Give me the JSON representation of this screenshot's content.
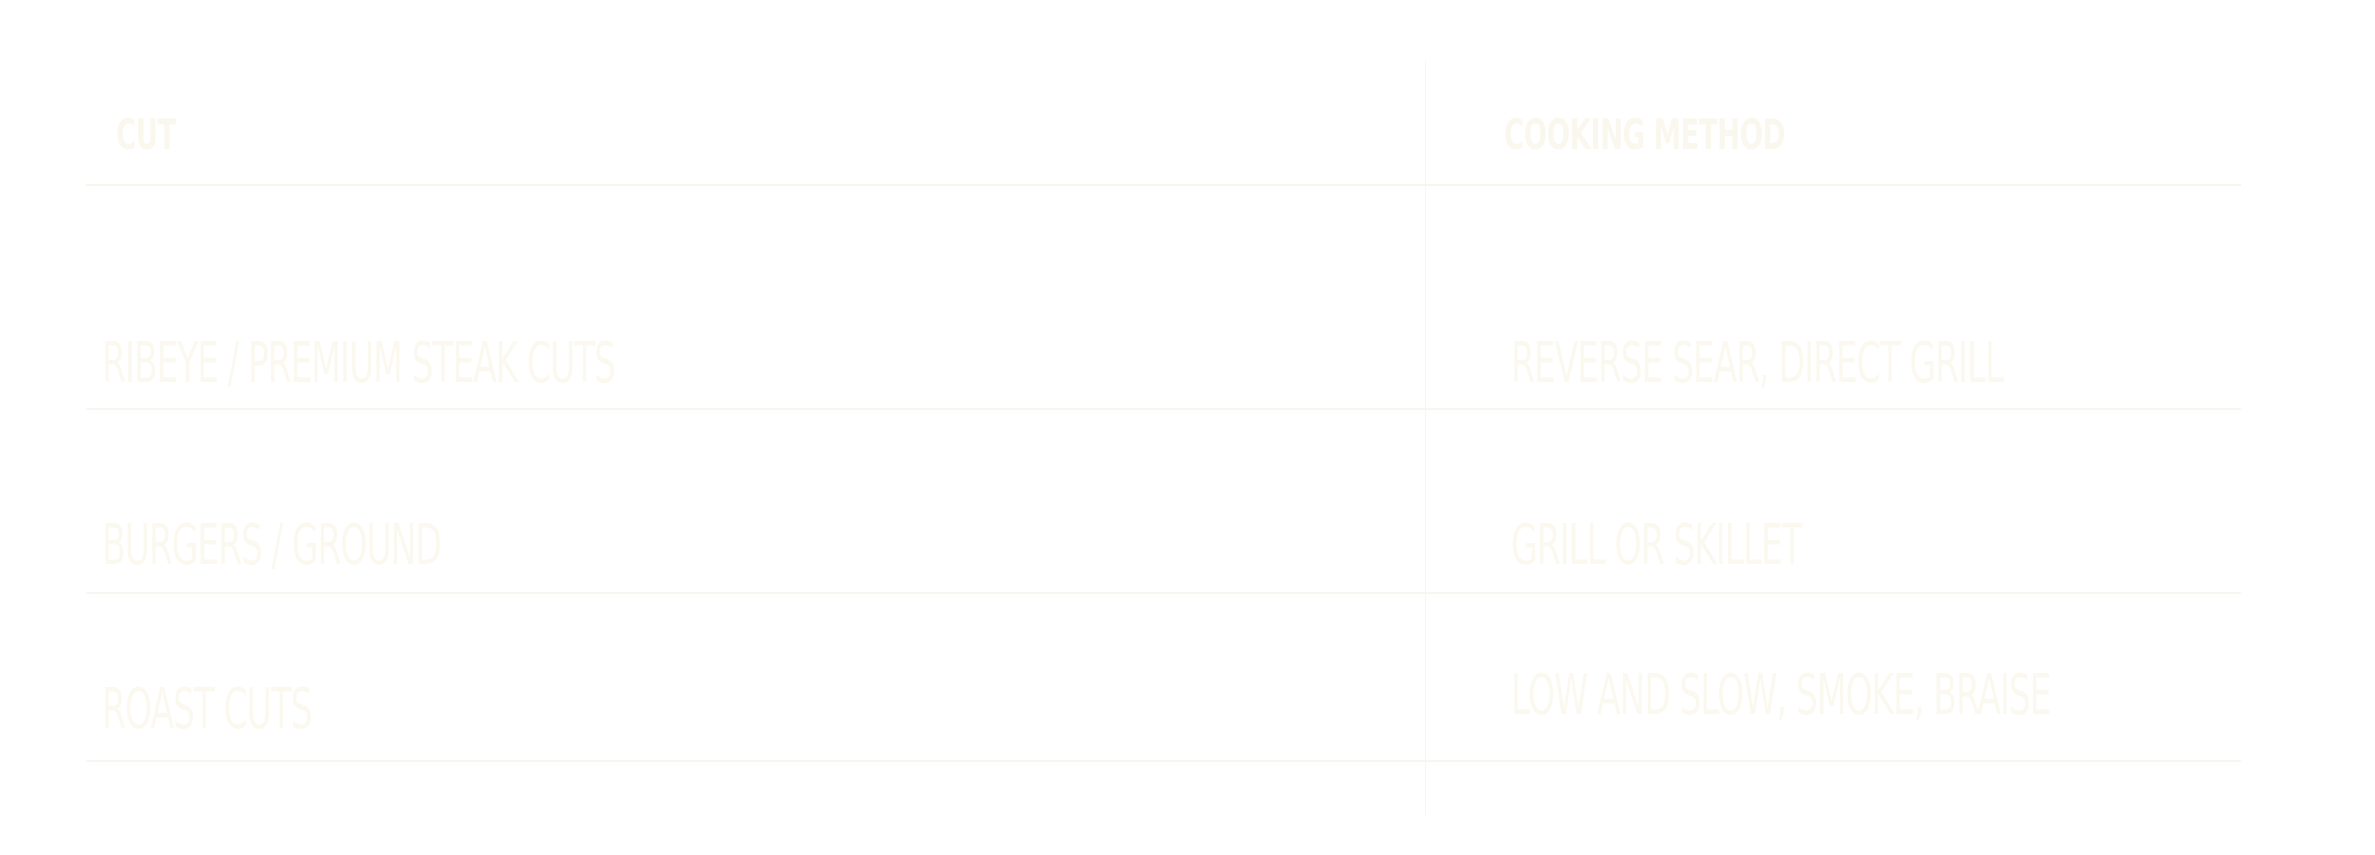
{
  "table": {
    "headers": [
      "CUT",
      "COOKING METHOD"
    ],
    "rows": [
      {
        "cut": "RIBEYE / PREMIUM STEAK CUTS",
        "method": "REVERSE SEAR, DIRECT GRILL"
      },
      {
        "cut": "BURGERS / GROUND",
        "method": "GRILL OR SKILLET"
      },
      {
        "cut": "ROAST CUTS",
        "method": "LOW AND SLOW, SMOKE, BRAISE"
      }
    ]
  },
  "colors": {
    "text": "#fbf9ef",
    "rule": "#f7f5ec",
    "background": "#ffffff"
  }
}
